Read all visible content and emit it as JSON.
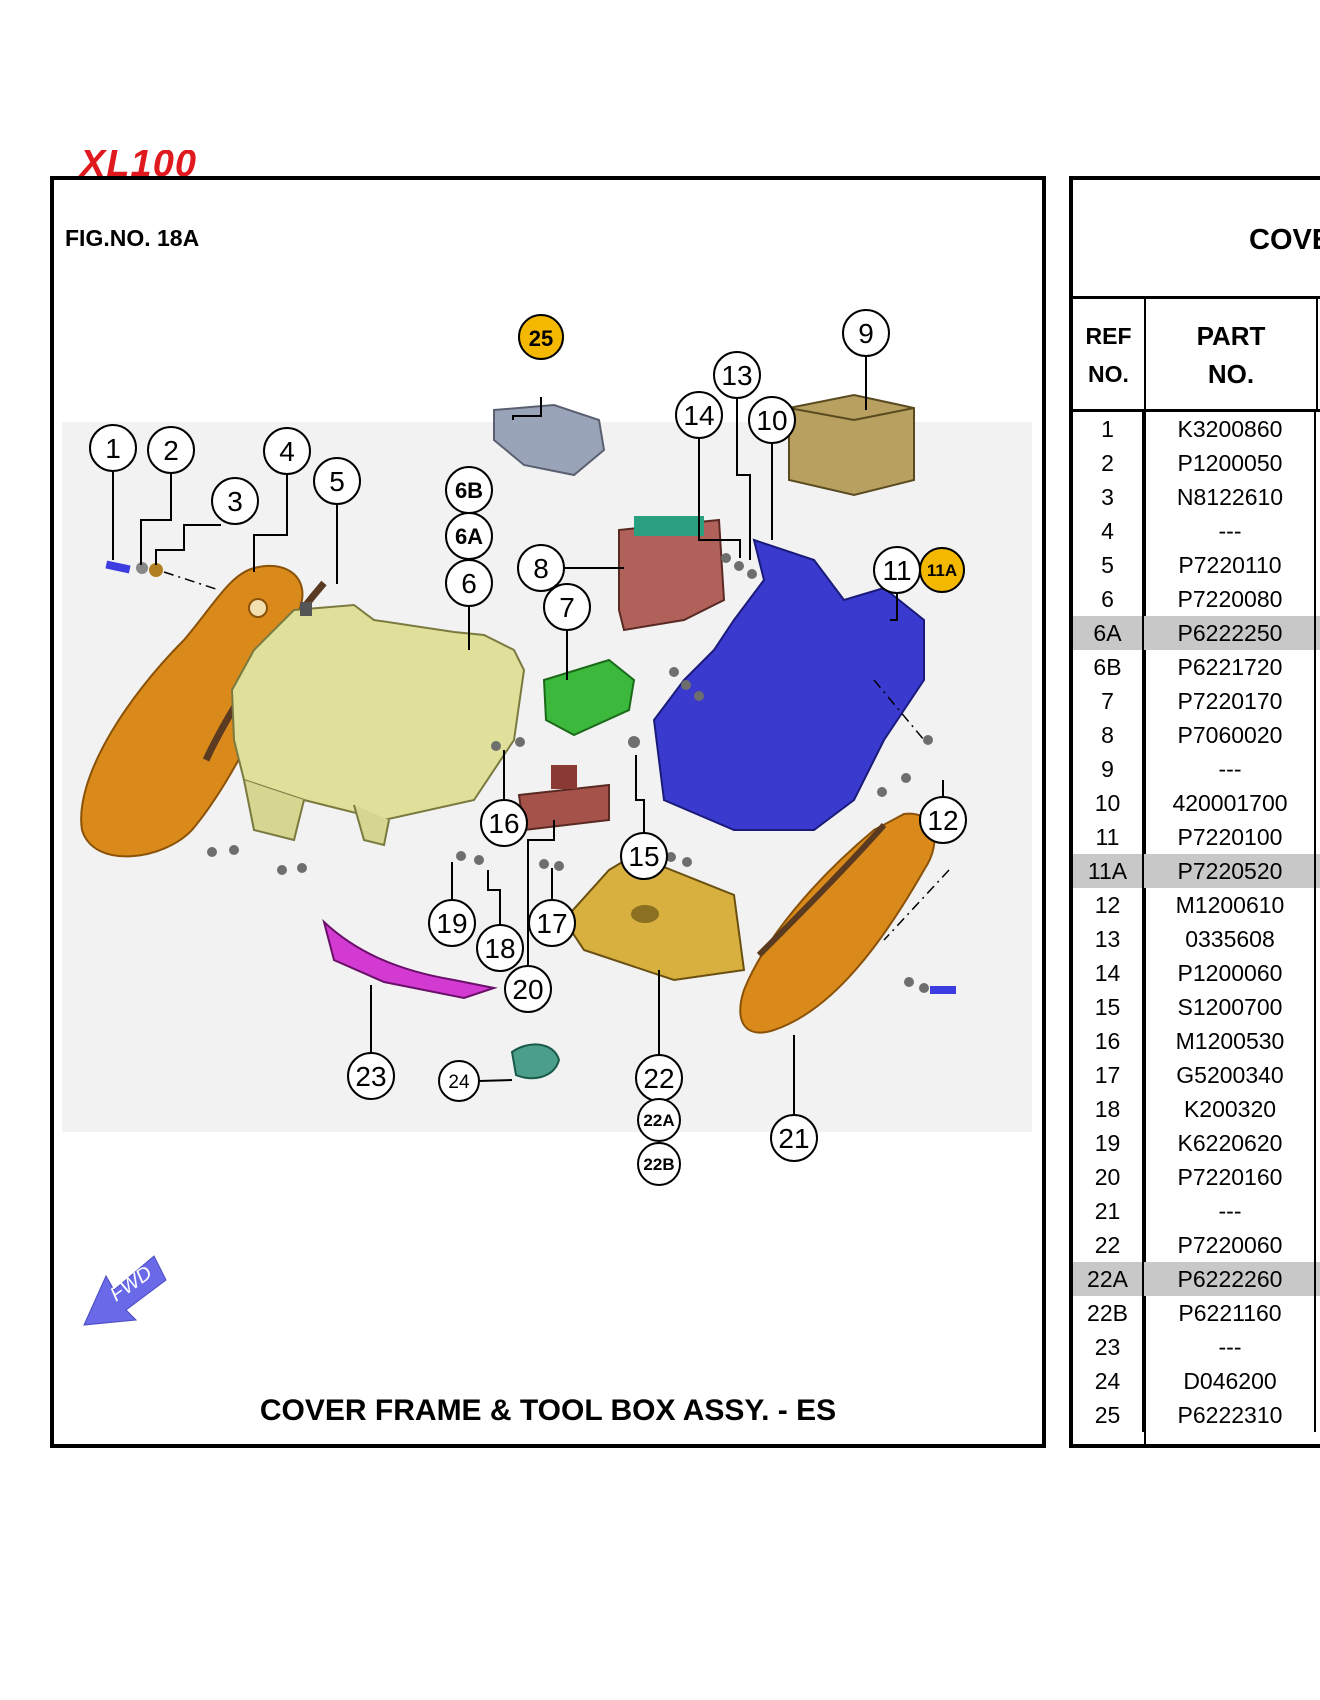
{
  "logo": {
    "text": "XL100",
    "color": "#e0191f"
  },
  "figure": {
    "fig_no": "FIG.NO. 18A",
    "title": "COVER FRAME & TOOL BOX ASSY.  -  ES",
    "fwd_label": "FWD",
    "callouts": [
      "1",
      "2",
      "3",
      "4",
      "5",
      "6",
      "6A",
      "6B",
      "7",
      "8",
      "9",
      "10",
      "11",
      "11A",
      "12",
      "13",
      "14",
      "15",
      "16",
      "17",
      "18",
      "19",
      "20",
      "21",
      "22",
      "22A",
      "22B",
      "23",
      "24",
      "25"
    ],
    "highlight_color": "#f5b800"
  },
  "table": {
    "title": "COVE",
    "header_ref_line1": "REF",
    "header_ref_line2": "NO.",
    "header_part_line1": "PART",
    "header_part_line2": "NO.",
    "highlight_row_color": "#c8c8c8",
    "rows": [
      {
        "ref": "1",
        "part": "K3200860",
        "hl": false
      },
      {
        "ref": "2",
        "part": "P1200050",
        "hl": false
      },
      {
        "ref": "3",
        "part": "N8122610",
        "hl": false
      },
      {
        "ref": "4",
        "part": "---",
        "hl": false
      },
      {
        "ref": "5",
        "part": "P7220110",
        "hl": false
      },
      {
        "ref": "6",
        "part": "P7220080",
        "hl": false
      },
      {
        "ref": "6A",
        "part": "P6222250",
        "hl": true
      },
      {
        "ref": "6B",
        "part": "P6221720",
        "hl": false
      },
      {
        "ref": "7",
        "part": "P7220170",
        "hl": false
      },
      {
        "ref": "8",
        "part": "P7060020",
        "hl": false
      },
      {
        "ref": "9",
        "part": "---",
        "hl": false
      },
      {
        "ref": "10",
        "part": "420001700",
        "hl": false
      },
      {
        "ref": "11",
        "part": "P7220100",
        "hl": false
      },
      {
        "ref": "11A",
        "part": "P7220520",
        "hl": true
      },
      {
        "ref": "12",
        "part": "M1200610",
        "hl": false
      },
      {
        "ref": "13",
        "part": "0335608",
        "hl": false
      },
      {
        "ref": "14",
        "part": "P1200060",
        "hl": false
      },
      {
        "ref": "15",
        "part": "S1200700",
        "hl": false
      },
      {
        "ref": "16",
        "part": "M1200530",
        "hl": false
      },
      {
        "ref": "17",
        "part": "G5200340",
        "hl": false
      },
      {
        "ref": "18",
        "part": "K200320",
        "hl": false
      },
      {
        "ref": "19",
        "part": "K6220620",
        "hl": false
      },
      {
        "ref": "20",
        "part": "P7220160",
        "hl": false
      },
      {
        "ref": "21",
        "part": "---",
        "hl": false
      },
      {
        "ref": "22",
        "part": "P7220060",
        "hl": false
      },
      {
        "ref": "22A",
        "part": "P6222260",
        "hl": true
      },
      {
        "ref": "22B",
        "part": "P6221160",
        "hl": false
      },
      {
        "ref": "23",
        "part": "---",
        "hl": false
      },
      {
        "ref": "24",
        "part": "D046200",
        "hl": false
      },
      {
        "ref": "25",
        "part": "P6222310",
        "hl": false
      }
    ]
  }
}
